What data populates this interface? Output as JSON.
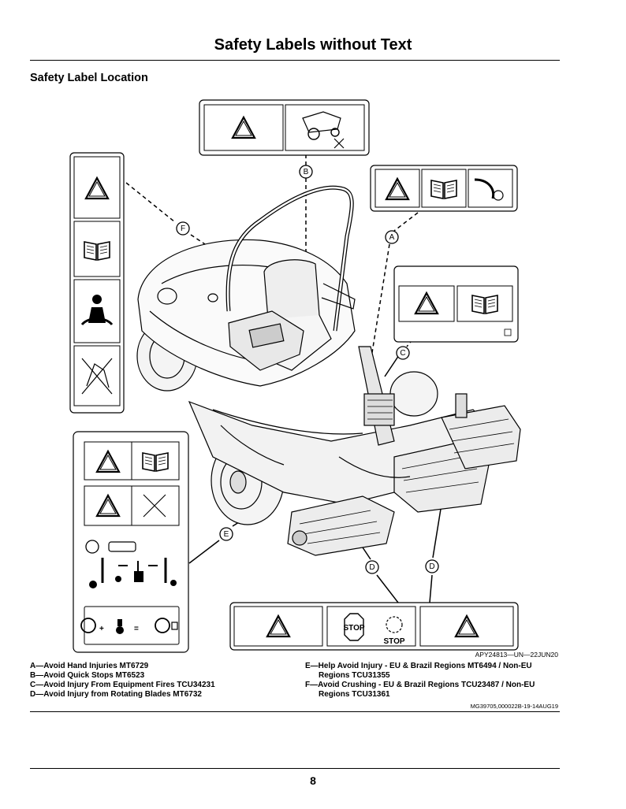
{
  "page": {
    "title": "Safety Labels without Text",
    "section_heading": "Safety Label Location",
    "page_number": "8"
  },
  "figure": {
    "figure_code": "APY24813—UN—22JUN20",
    "callouts": [
      "A",
      "B",
      "C",
      "D",
      "D",
      "E",
      "F"
    ],
    "label_text": {
      "stop": "STOP",
      "stop2": "STOP",
      "plus": "+",
      "equals": "="
    }
  },
  "captions": {
    "left": [
      "A—Avoid Hand Injuries MT6729",
      "B—Avoid Quick Stops MT6523",
      "C—Avoid Injury From Equipment Fires TCU34231",
      "D—Avoid Injury from Rotating Blades MT6732"
    ],
    "right": [
      "E—Help Avoid Injury - EU & Brazil Regions MT6494 / Non-EU",
      "Regions TCU31355",
      "F—Avoid Crushing - EU & Brazil Regions TCU23487 / Non-EU",
      "Regions TCU31361"
    ]
  },
  "doc_code": "MG39705,000022B-19-14AUG19"
}
